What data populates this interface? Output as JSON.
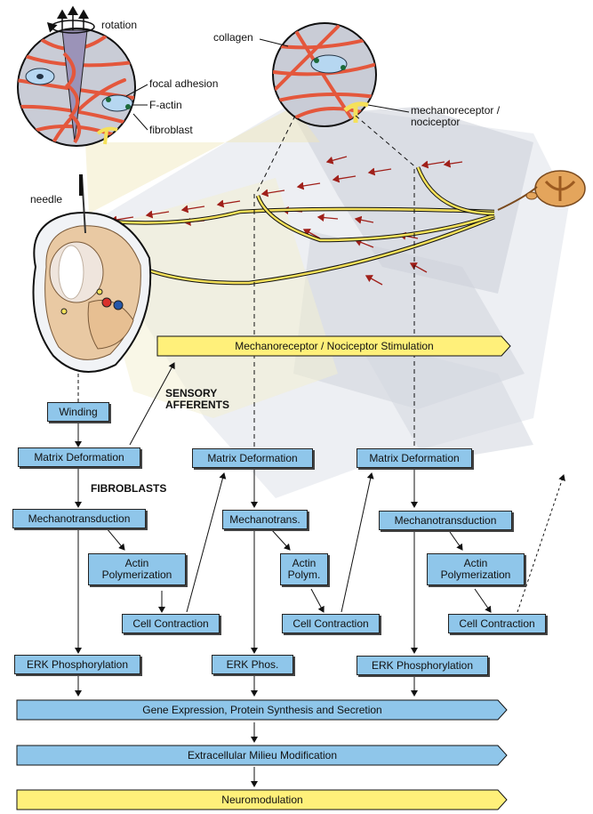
{
  "illustration": {
    "rotation": "rotation",
    "collagen": "collagen",
    "focal_adhesion": "focal adhesion",
    "f_actin": "F-actin",
    "fibroblast": "fibroblast",
    "mechanoreceptor": "mechanoreceptor /",
    "nociceptor": "nociceptor",
    "needle": "needle"
  },
  "banners": {
    "stimulation": "Mechanoreceptor / Nociceptor Stimulation",
    "gene_expression": "Gene Expression, Protein Synthesis and Secretion",
    "milieu": "Extracellular Milieu Modification",
    "neuromodulation": "Neuromodulation"
  },
  "headings": {
    "sensory_1": "SENSORY",
    "sensory_2": "AFFERENTS",
    "fibroblasts": "FIBROBLASTS"
  },
  "boxes": {
    "winding": "Winding",
    "col1": {
      "matrix": "Matrix Deformation",
      "mechano": "Mechanotransduction",
      "actin_1": "Actin",
      "actin_2": "Polymerization",
      "contraction": "Cell Contraction",
      "erk": "ERK Phosphorylation"
    },
    "col2": {
      "matrix": "Matrix Deformation",
      "mechano": "Mechanotrans.",
      "actin_1": "Actin",
      "actin_2": "Polym.",
      "contraction": "Cell Contraction",
      "erk": "ERK Phos."
    },
    "col3": {
      "matrix": "Matrix Deformation",
      "mechano": "Mechanotransduction",
      "actin_1": "Actin",
      "actin_2": "Polymerization",
      "contraction": "Cell Contraction",
      "erk": "ERK Phosphorylation"
    }
  },
  "colors": {
    "box_blue": "#8fc6ea",
    "banner_yellow": "#fff07a",
    "collagen_red": "#e4573c",
    "nerve_yellow": "#f5e15a"
  }
}
